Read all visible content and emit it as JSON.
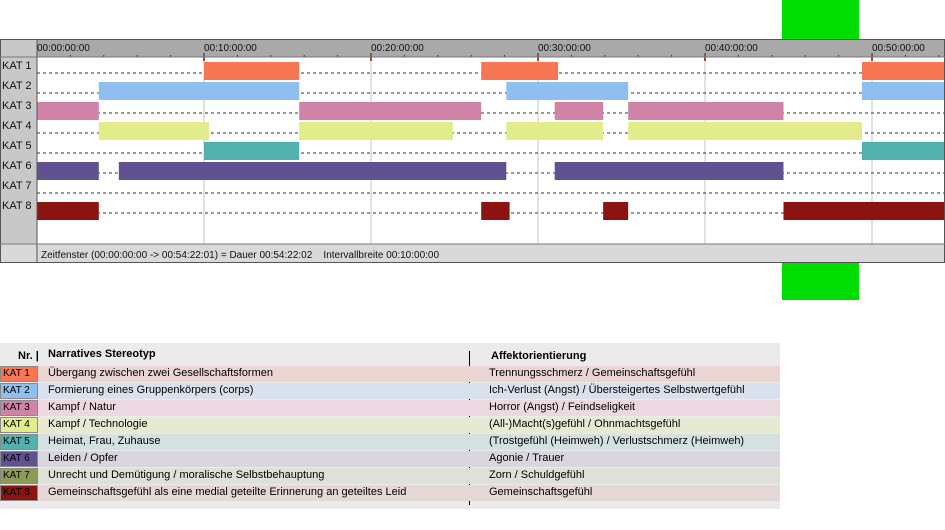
{
  "timeline": {
    "tick_labels": [
      "00:00:00:00",
      "00:10:00:00",
      "00:20:00:00",
      "00:30:00:00",
      "00:40:00:00",
      "00:50:00:00"
    ],
    "tick_minutes": [
      0,
      10,
      20,
      30,
      40,
      50
    ],
    "window_minutes": 54.37,
    "status_text": "Zeitfenster (00:00:00:00 -> 00:54:22:01) = Dauer 00:54:22:02    Intervallbreite 00:10:00:00",
    "colors": {
      "header": "#a9a9a9",
      "label_col": "#c8c8c8",
      "border": "#555555",
      "status": "#d9d9d9"
    },
    "tracks": [
      {
        "label": "KAT 1",
        "color": "#f77755",
        "segments": [
          [
            10.0,
            15.7
          ],
          [
            26.6,
            31.2
          ],
          [
            49.4,
            54.4
          ]
        ]
      },
      {
        "label": "KAT 2",
        "color": "#8fbff0",
        "segments": [
          [
            3.7,
            15.7
          ],
          [
            28.1,
            35.4
          ],
          [
            49.4,
            54.4
          ]
        ]
      },
      {
        "label": "KAT 3",
        "color": "#d083a6",
        "segments": [
          [
            0.0,
            3.7
          ],
          [
            15.7,
            26.6
          ],
          [
            31.0,
            33.9
          ],
          [
            35.4,
            44.7
          ]
        ]
      },
      {
        "label": "KAT 4",
        "color": "#e2ec8a",
        "segments": [
          [
            3.7,
            10.3
          ],
          [
            15.7,
            24.9
          ],
          [
            28.1,
            33.9
          ],
          [
            35.4,
            49.4
          ]
        ]
      },
      {
        "label": "KAT 5",
        "color": "#53b1ad",
        "segments": [
          [
            10.0,
            15.7
          ],
          [
            49.4,
            54.4
          ]
        ]
      },
      {
        "label": "KAT 6",
        "color": "#625190",
        "segments": [
          [
            0.0,
            3.7
          ],
          [
            4.9,
            28.1
          ],
          [
            31.0,
            44.7
          ]
        ]
      },
      {
        "label": "KAT 7",
        "color": "#8c9b56",
        "segments": []
      },
      {
        "label": "KAT 8",
        "color": "#8c1410",
        "segments": [
          [
            0.0,
            3.7
          ],
          [
            26.6,
            28.3
          ],
          [
            33.9,
            35.4
          ],
          [
            44.7,
            54.4
          ]
        ]
      }
    ]
  },
  "legend": {
    "header_nr": "Nr. |",
    "header_stereotyp": "Narratives Stereotyp",
    "header_affekt": "Affektorientierung",
    "rows": [
      {
        "kat": "KAT 1",
        "color": "#f77755",
        "band": "#ebd5d0",
        "stereotyp": "Übergang zwischen zwei Gesellschaftsformen",
        "affekt": "Trennungsschmerz / Gemeinschaftsgefühl"
      },
      {
        "kat": "KAT 2",
        "color": "#8fbff0",
        "band": "#d9e2ec",
        "stereotyp": "Formierung eines Gruppenkörpers (corps)",
        "affekt": "Ich-Verlust (Angst) / Übersteigertes Selbstwertgefühl"
      },
      {
        "kat": "KAT 3",
        "color": "#d083a6",
        "band": "#ebd8e1",
        "stereotyp": "Kampf / Natur",
        "affekt": "Horror (Angst) / Feindseligkeit"
      },
      {
        "kat": "KAT 4",
        "color": "#e2ec8a",
        "band": "#e8e9d2",
        "stereotyp": "Kampf / Technologie",
        "affekt": "(All-)Macht(s)gefühl / Ohnmachtsgefühl"
      },
      {
        "kat": "KAT 5",
        "color": "#53b1ad",
        "band": "#d3e2e0",
        "stereotyp": "Heimat, Frau, Zuhause",
        "affekt": "(Trostgefühl (Heimweh) / Verlustschmerz (Heimweh)"
      },
      {
        "kat": "KAT 6",
        "color": "#625190",
        "band": "#d9d6e0",
        "stereotyp": "Leiden / Opfer",
        "affekt": "Agonie / Trauer"
      },
      {
        "kat": "KAT 7",
        "color": "#8c9b56",
        "band": "#dee2d6",
        "stereotyp": "Unrecht und Demütigung / moralische Selbstbehauptung",
        "affekt": "Zorn / Schuldgefühl"
      },
      {
        "kat": "KAT 8",
        "color": "#8c1410",
        "band": "#e7d8d8",
        "stereotyp": "Gemeinschaftsgefühl als eine medial geteilte Erinnerung an geteiltes Leid",
        "affekt": "Gemeinschaftsgefühl"
      }
    ]
  }
}
